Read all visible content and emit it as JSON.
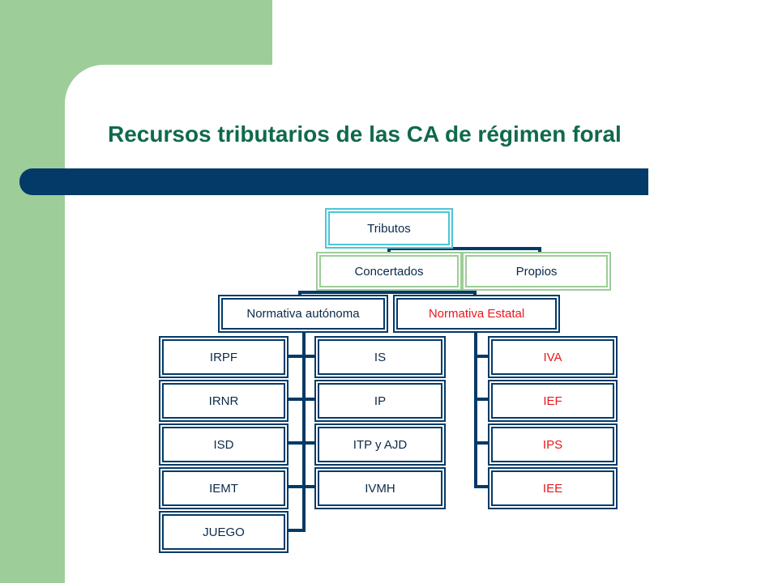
{
  "slide": {
    "title": "Recursos tributarios de las CA de régimen foral"
  },
  "diagram": {
    "root": "Tributos",
    "level1": [
      "Concertados",
      "Propios"
    ],
    "level2": [
      "Normativa autónoma",
      "Normativa Estatal"
    ],
    "autonoma_left": [
      "IRPF",
      "IRNR",
      "ISD",
      "IEMT",
      "JUEGO"
    ],
    "autonoma_right": [
      "IS",
      "IP",
      "ITP y AJD",
      "IVMH"
    ],
    "estatal": [
      "IVA",
      "IEF",
      "IPS",
      "IEE"
    ]
  },
  "colors": {
    "navy": "#033a67",
    "green": "#9dcd98",
    "teal": "#4cc6d6",
    "title": "#0f6a4c",
    "red": "#e8171c"
  }
}
